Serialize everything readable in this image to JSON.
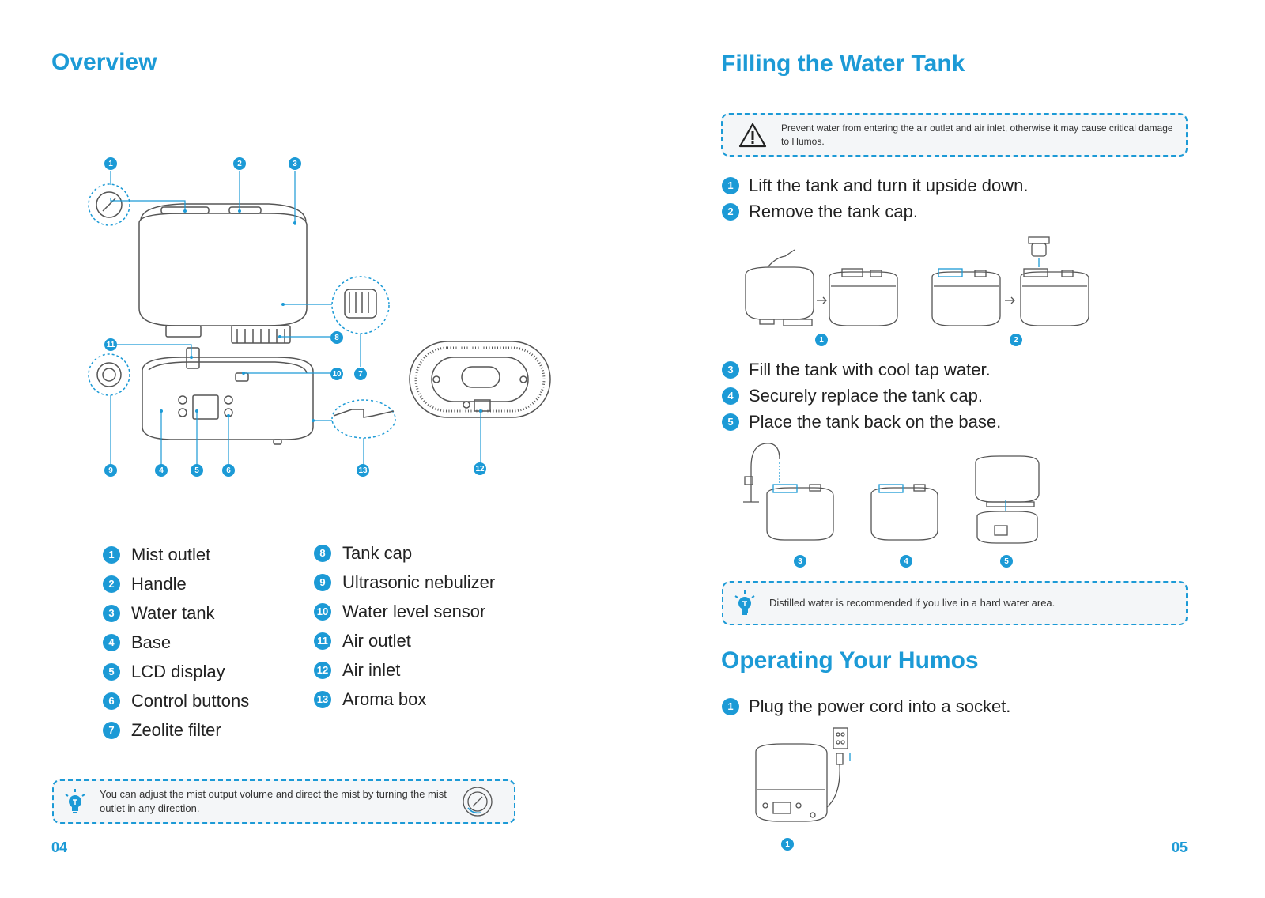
{
  "left": {
    "title": "Overview",
    "page_number": "04",
    "callouts": [
      "1",
      "2",
      "3",
      "4",
      "5",
      "6",
      "7",
      "8",
      "9",
      "10",
      "11",
      "12",
      "13"
    ],
    "legend_col1": [
      {
        "n": "1",
        "label": "Mist outlet"
      },
      {
        "n": "2",
        "label": "Handle"
      },
      {
        "n": "3",
        "label": "Water tank"
      },
      {
        "n": "4",
        "label": "Base"
      },
      {
        "n": "5",
        "label": "LCD display"
      },
      {
        "n": "6",
        "label": "Control buttons"
      },
      {
        "n": "7",
        "label": "Zeolite filter"
      }
    ],
    "legend_col2": [
      {
        "n": "8",
        "label": "Tank cap"
      },
      {
        "n": "9",
        "label": "Ultrasonic nebulizer"
      },
      {
        "n": "10",
        "label": "Water level sensor"
      },
      {
        "n": "11",
        "label": "Air outlet"
      },
      {
        "n": "12",
        "label": "Air inlet"
      },
      {
        "n": "13",
        "label": "Aroma box"
      }
    ],
    "tip": {
      "icon": "lightbulb-icon",
      "text": "You can adjust the mist output volume and direct the mist by turning the mist outlet in any direction."
    }
  },
  "right": {
    "title": "Filling the Water Tank",
    "page_number": "05",
    "warning": {
      "icon": "warning-icon",
      "text": "Prevent water from entering the air outlet and air inlet, otherwise it may cause critical damage to Humos."
    },
    "steps_a": [
      {
        "n": "1",
        "text": "Lift the tank and turn it upside down."
      },
      {
        "n": "2",
        "text": "Remove the tank cap."
      }
    ],
    "figure_a_labels": [
      "1",
      "2"
    ],
    "steps_b": [
      {
        "n": "3",
        "text": "Fill the tank with cool tap water."
      },
      {
        "n": "4",
        "text": "Securely replace the tank cap."
      },
      {
        "n": "5",
        "text": "Place the tank back on the base."
      }
    ],
    "figure_b_labels": [
      "3",
      "4",
      "5"
    ],
    "tip": {
      "icon": "lightbulb-icon",
      "text": "Distilled water is recommended if you live in a hard water area."
    },
    "section2_title": "Operating Your Humos",
    "steps_c": [
      {
        "n": "1",
        "text": "Plug the power cord into a socket."
      }
    ],
    "figure_c_labels": [
      "1"
    ]
  },
  "colors": {
    "accent": "#1c9ad6",
    "note_bg": "#f4f6f8",
    "line": "#555555"
  }
}
